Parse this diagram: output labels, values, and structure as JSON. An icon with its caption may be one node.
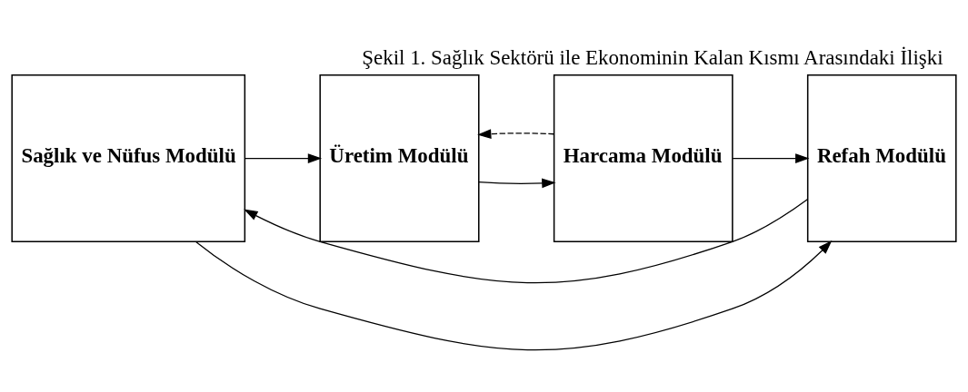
{
  "diagram": {
    "title": "Şekil 1. Sağlık Sektörü ile Ekonominin Kalan Kısmı Arasındaki İlişki",
    "nodes": [
      {
        "text": [
          "Sağlık ve Nüfus Modülü"
        ]
      },
      {
        "text": [
          "Üretim Modülü"
        ]
      },
      {
        "text": [
          "Harcama Modülü"
        ]
      },
      {
        "text": [
          "Refah Modülü"
        ]
      }
    ],
    "edges": [
      {
        "from": 0,
        "to": 1,
        "arrow": "to"
      },
      {
        "from": 1,
        "to": 2,
        "arrow": "to"
      },
      {
        "from": 2,
        "to": 3,
        "arrow": "to"
      },
      {
        "from": 0,
        "to": 3,
        "arrow": "to"
      },
      {
        "from": 3,
        "to": 0,
        "arrow": "to"
      },
      {
        "from": 2,
        "to": 1,
        "arrow": "to",
        "style": "dashed"
      }
    ]
  }
}
